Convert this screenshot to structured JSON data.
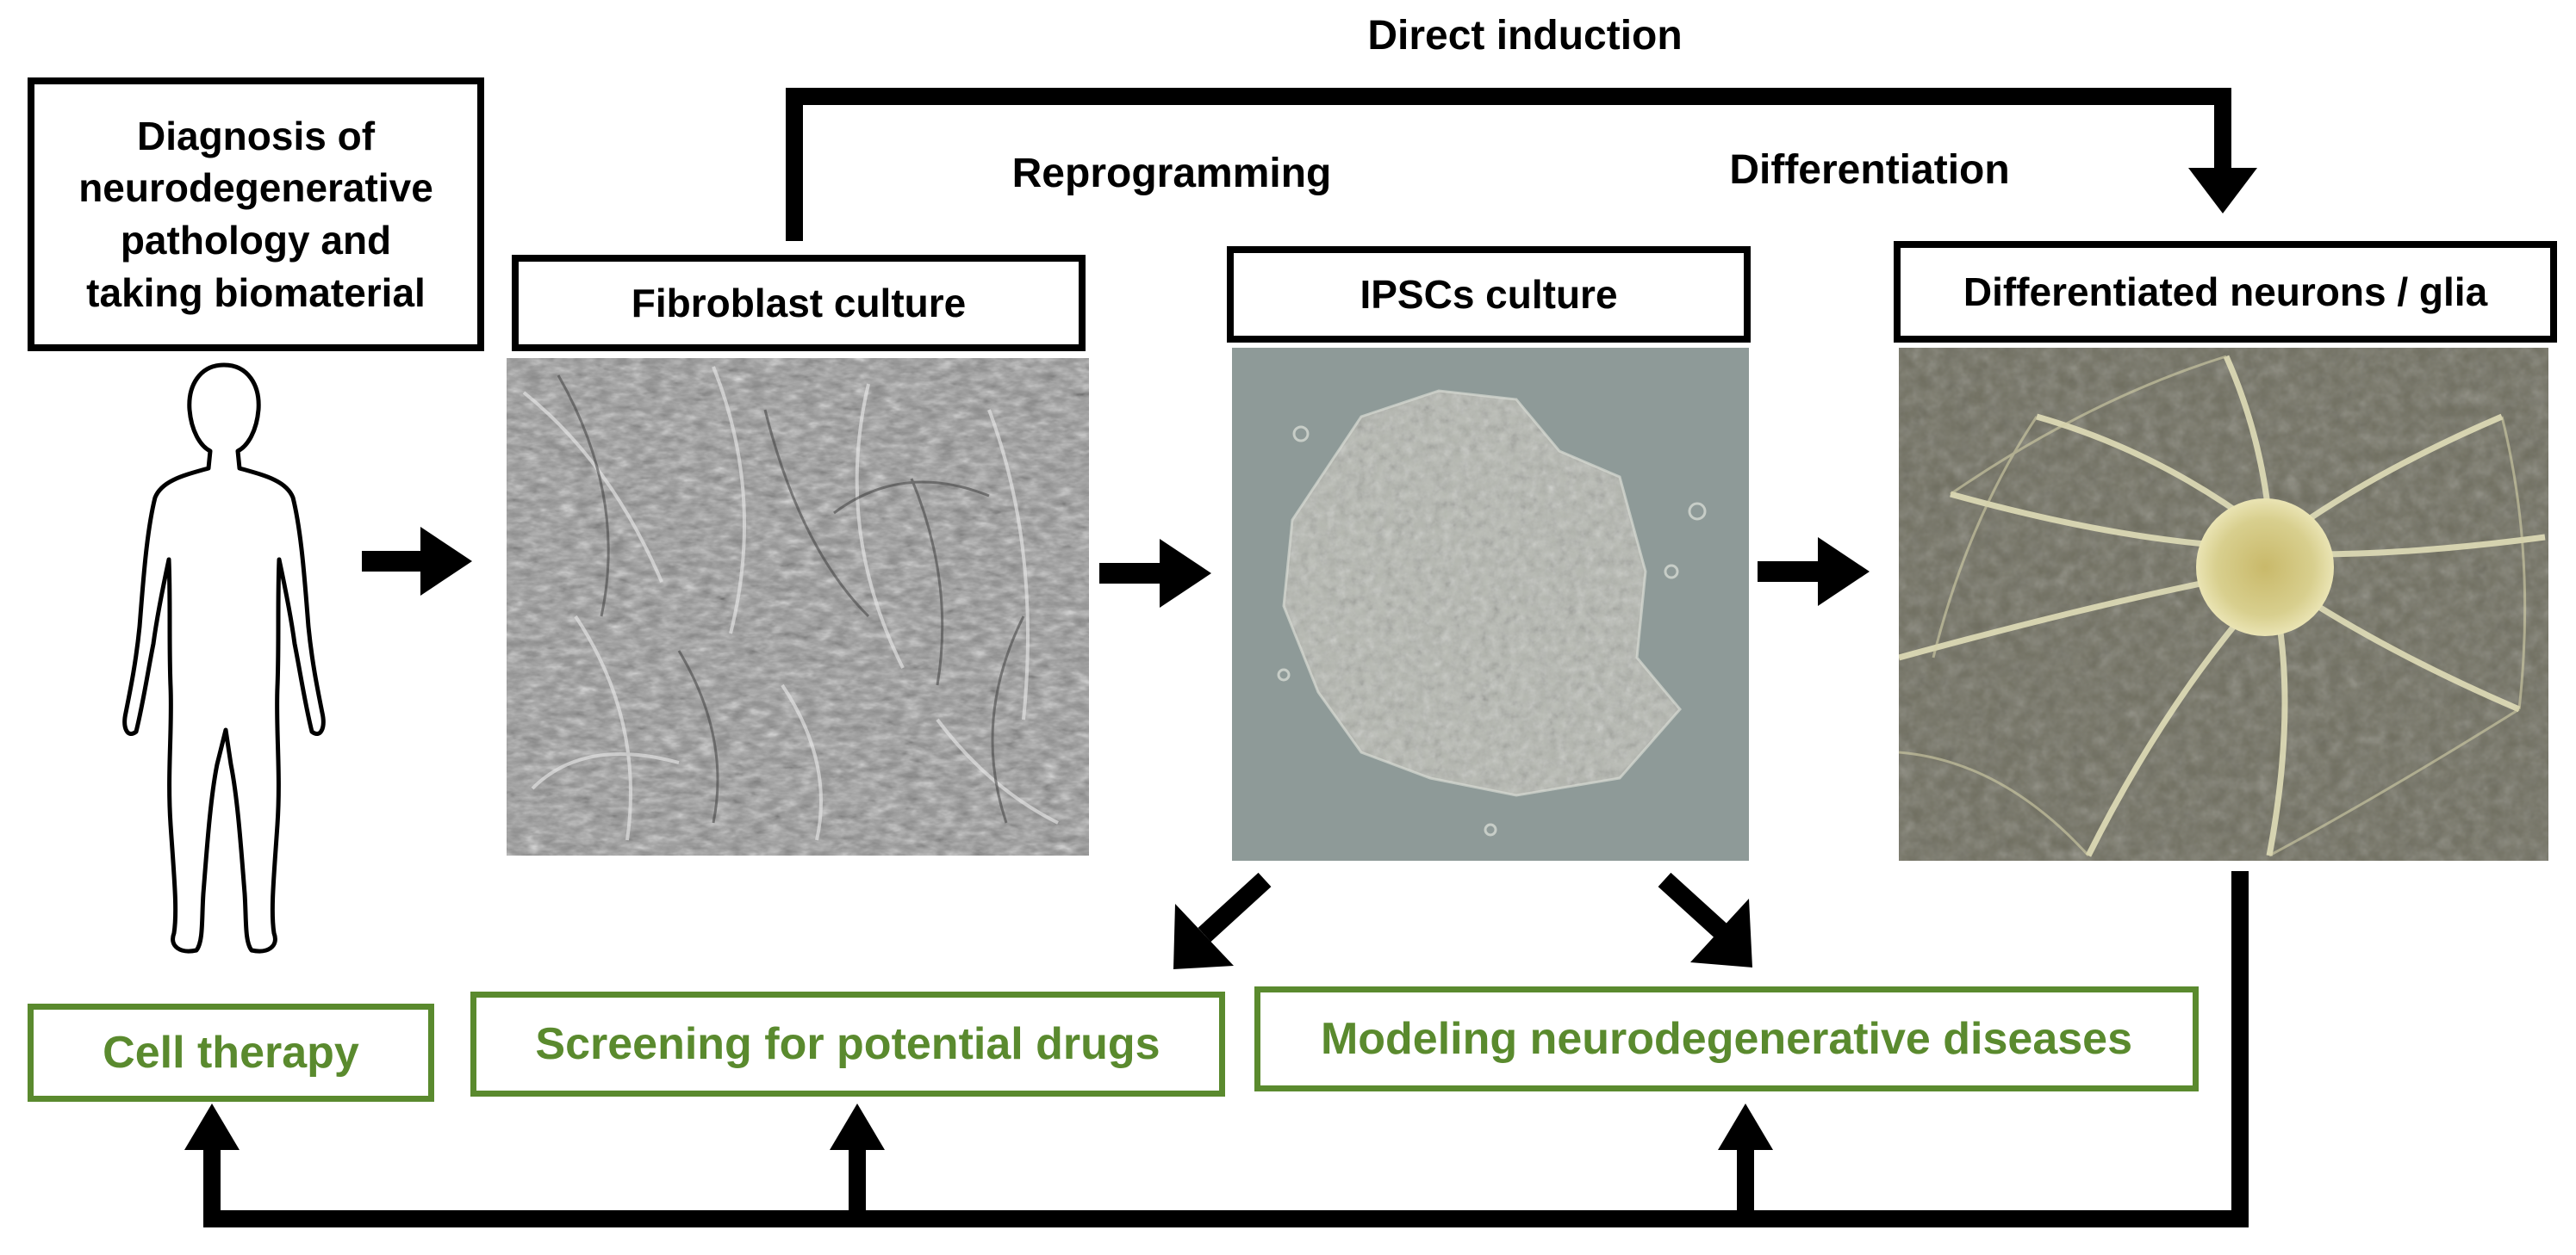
{
  "labels": {
    "direct_induction": "Direct induction",
    "reprogramming": "Reprogramming",
    "differentiation": "Differentiation"
  },
  "boxes": {
    "diagnosis": "Diagnosis of neurodegenerative pathology and taking biomaterial",
    "fibroblast": "Fibroblast culture",
    "ipsc": "IPSCs culture",
    "neurons": "Differentiated neurons / glia"
  },
  "applications": {
    "cell_therapy": "Cell therapy",
    "screening": "Screening for potential drugs",
    "modeling": "Modeling neurodegenerative diseases"
  },
  "colors": {
    "application_green": "#5a8a2e",
    "line_black": "#000000"
  },
  "icons": {
    "person": "human-silhouette-icon"
  }
}
